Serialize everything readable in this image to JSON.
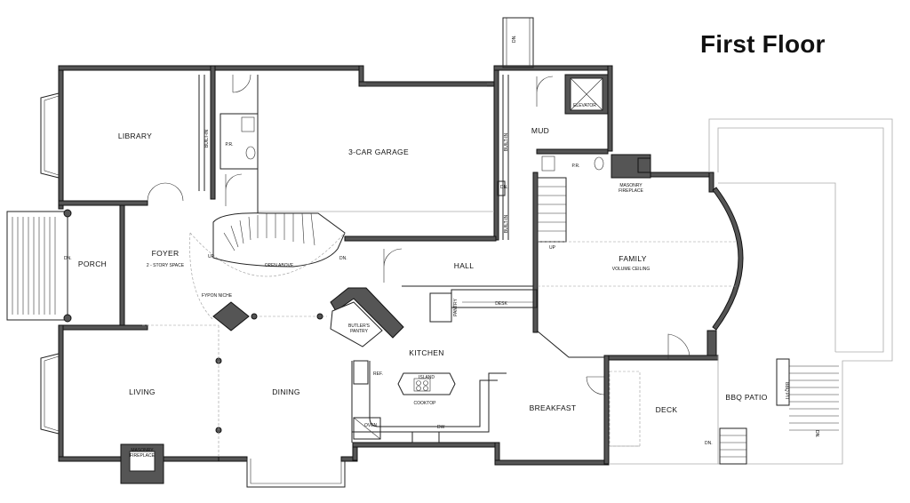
{
  "title": "First Floor",
  "rooms": {
    "library": "LIBRARY",
    "garage": "3-CAR GARAGE",
    "mud": "MUD",
    "elevator": "ELEVATOR",
    "pr1": "P.R.",
    "pr2": "P.R.",
    "builtin1": "BUILT-IN",
    "builtin2": "BUILT-IN",
    "builtin3": "BUILT-IN",
    "porch": "PORCH",
    "foyer": "FOYER",
    "foyer_sub": "2 - STORY SPACE",
    "open_above": "OPEN ABOVE",
    "hall": "HALL",
    "family": "FAMILY",
    "family_sub": "VOLUME CEILING",
    "masonry_fp1": "MASONRY",
    "fireplace1": "FIREPLACE",
    "fypon": "FYPON NICHE",
    "butlers1": "BUTLER'S",
    "butlers2": "PANTRY",
    "pantry": "PANTRY",
    "desk": "DESK",
    "kitchen": "KITCHEN",
    "island": "ISLAND",
    "cooktop": "COOKTOP",
    "ref": "REF.",
    "oven": "OVEN",
    "dw": "DW",
    "living": "LIVING",
    "dining": "DINING",
    "masonry_fp2": "MASONRY",
    "fireplace2": "FIREPLACE",
    "breakfast": "BREAKFAST",
    "deck": "DECK",
    "bbq_patio": "BBQ PATIO",
    "bbq_pit": "BBQ PIT"
  },
  "marks": {
    "up": "UP",
    "dn": "DN."
  }
}
